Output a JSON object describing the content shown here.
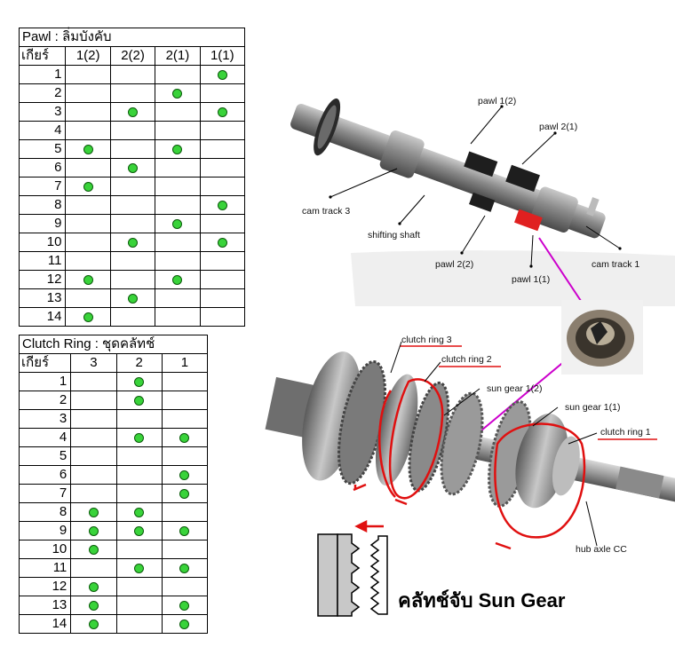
{
  "pawl_table": {
    "title": "Pawl : ลิ่มบังคับ",
    "gear_header": "เกียร์",
    "columns": [
      "1(2)",
      "2(2)",
      "2(1)",
      "1(1)"
    ],
    "rows": [
      {
        "gear": "1",
        "marks": [
          false,
          false,
          false,
          true
        ]
      },
      {
        "gear": "2",
        "marks": [
          false,
          false,
          true,
          false
        ]
      },
      {
        "gear": "3",
        "marks": [
          false,
          true,
          false,
          true
        ]
      },
      {
        "gear": "4",
        "marks": [
          false,
          false,
          false,
          false
        ]
      },
      {
        "gear": "5",
        "marks": [
          true,
          false,
          true,
          false
        ]
      },
      {
        "gear": "6",
        "marks": [
          false,
          true,
          false,
          false
        ]
      },
      {
        "gear": "7",
        "marks": [
          true,
          false,
          false,
          false
        ]
      },
      {
        "gear": "8",
        "marks": [
          false,
          false,
          false,
          true
        ]
      },
      {
        "gear": "9",
        "marks": [
          false,
          false,
          true,
          false
        ]
      },
      {
        "gear": "10",
        "marks": [
          false,
          true,
          false,
          true
        ]
      },
      {
        "gear": "11",
        "marks": [
          false,
          false,
          false,
          false
        ]
      },
      {
        "gear": "12",
        "marks": [
          true,
          false,
          true,
          false
        ]
      },
      {
        "gear": "13",
        "marks": [
          false,
          true,
          false,
          false
        ]
      },
      {
        "gear": "14",
        "marks": [
          true,
          false,
          false,
          false
        ]
      }
    ]
  },
  "clutch_table": {
    "title": "Clutch Ring : ชุดคลัทช์",
    "gear_header": "เกียร์",
    "columns": [
      "3",
      "2",
      "1"
    ],
    "rows": [
      {
        "gear": "1",
        "marks": [
          false,
          true,
          false
        ]
      },
      {
        "gear": "2",
        "marks": [
          false,
          true,
          false
        ]
      },
      {
        "gear": "3",
        "marks": [
          false,
          false,
          false
        ]
      },
      {
        "gear": "4",
        "marks": [
          false,
          true,
          true
        ]
      },
      {
        "gear": "5",
        "marks": [
          false,
          false,
          false
        ]
      },
      {
        "gear": "6",
        "marks": [
          false,
          false,
          true
        ]
      },
      {
        "gear": "7",
        "marks": [
          false,
          false,
          true
        ]
      },
      {
        "gear": "8",
        "marks": [
          true,
          true,
          false
        ]
      },
      {
        "gear": "9",
        "marks": [
          true,
          true,
          true
        ]
      },
      {
        "gear": "10",
        "marks": [
          true,
          false,
          false
        ]
      },
      {
        "gear": "11",
        "marks": [
          false,
          true,
          true
        ]
      },
      {
        "gear": "12",
        "marks": [
          true,
          false,
          false
        ]
      },
      {
        "gear": "13",
        "marks": [
          true,
          false,
          true
        ]
      },
      {
        "gear": "14",
        "marks": [
          true,
          false,
          true
        ]
      }
    ]
  },
  "shaft_labels": {
    "pawl_1_2": "pawl 1(2)",
    "pawl_2_1": "pawl 2(1)",
    "cam_track_3": "cam  track 3",
    "shifting_shaft": "shifting shaft",
    "pawl_2_2": "pawl 2(2)",
    "pawl_1_1": "pawl 1(1)",
    "cam_track_1": "cam  track 1"
  },
  "hub_labels": {
    "clutch_ring_3": "clutch ring 3",
    "clutch_ring_2": "clutch ring 2",
    "sun_gear_1_2": "sun gear 1(2)",
    "sun_gear_1_1": "sun gear 1(1)",
    "clutch_ring_1": "clutch ring 1",
    "hub_axle": "hub axle CC"
  },
  "caption": "คลัทช์จับ Sun Gear",
  "colors": {
    "dot_fill": "#39d33a",
    "highlight_red": "#e01010",
    "pointer_magenta": "#cc00cc"
  }
}
